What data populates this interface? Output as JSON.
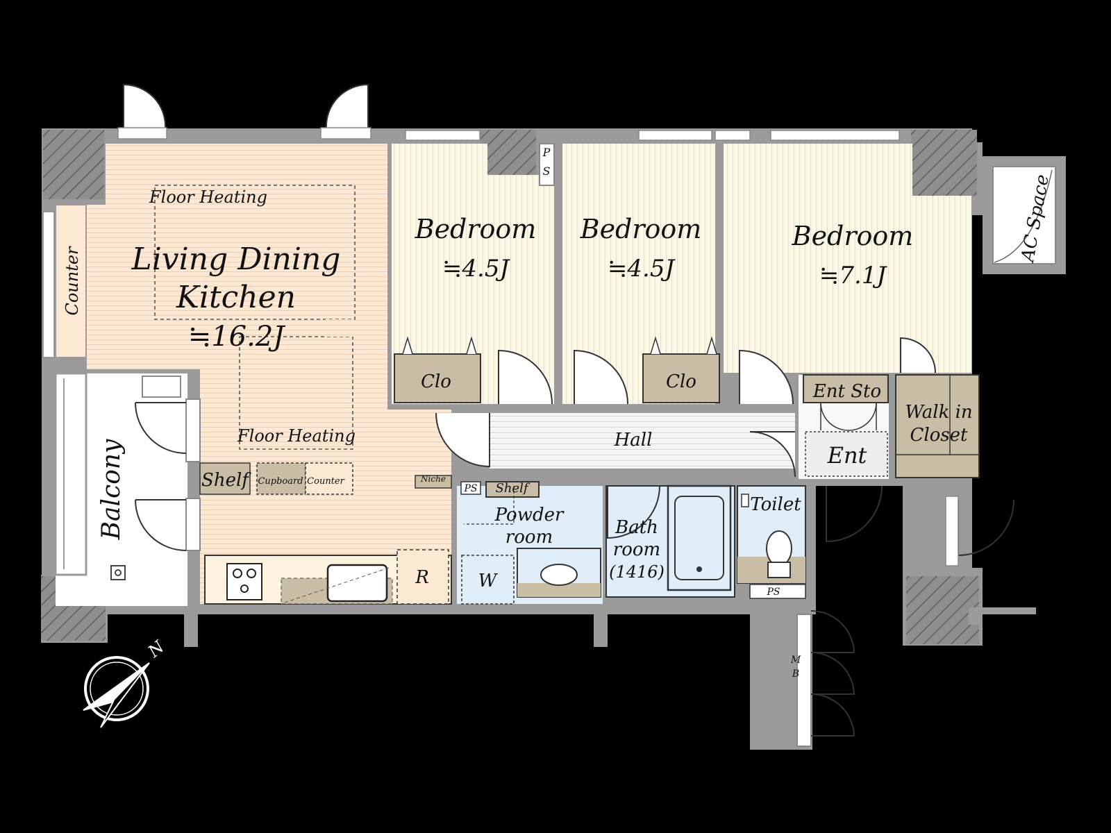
{
  "rooms": {
    "ldk": {
      "line1": "Living Dining",
      "line2": "Kitchen",
      "size": "≒16.2J"
    },
    "bedroom1": {
      "name": "Bedroom",
      "size": "≒4.5J"
    },
    "bedroom2": {
      "name": "Bedroom",
      "size": "≒4.5J"
    },
    "bedroom3": {
      "name": "Bedroom",
      "size": "≒7.1J"
    },
    "balcony": "Balcony",
    "hall": "Hall",
    "entrance": "Ent",
    "ent_storage": "Ent Sto",
    "walk_in_closet": {
      "line1": "Walk in",
      "line2": "Closet"
    },
    "powder_room": {
      "line1": "Powder",
      "line2": "room"
    },
    "bathroom": {
      "line1": "Bath",
      "line2": "room",
      "line3": "(1416)"
    },
    "toilet": "Toilet",
    "ac_space": "AC Space"
  },
  "labels": {
    "floor_heating_1": "Floor Heating",
    "floor_heating_2": "Floor Heating",
    "counter_left": "Counter",
    "shelf_kitchen": "Shelf",
    "cupboard": "Cupboard",
    "counter_kitchen": "Counter",
    "closet_1": "Clo",
    "closet_2": "Clo",
    "niche": "Niche",
    "ps_top": "PS",
    "ps_powder": "PS",
    "ps_toilet": "PS",
    "shelf_powder": "Shelf",
    "fridge": "R",
    "washer": "W",
    "meter_box": "MB",
    "north": "N"
  },
  "colors": {
    "background": "#000000",
    "wall": "#9b9b9b",
    "ldk_floor": "#fde8d4",
    "bedroom_floor": "#fdf8e6",
    "wet_area": "#dfeef8",
    "storage": "#c9bea5",
    "hall_floor": "#f2f2f2",
    "balcony_floor": "#ffffff"
  }
}
